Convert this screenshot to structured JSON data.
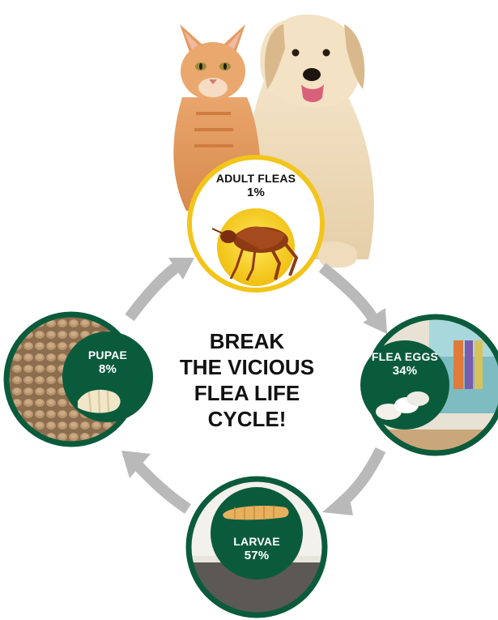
{
  "headline": {
    "line1": "BREAK",
    "line2": "THE VICIOUS",
    "line3": "FLEA LIFE",
    "line4": "CYCLE!"
  },
  "stages": {
    "adult": {
      "name": "ADULT FLEAS",
      "percent": "1%",
      "icon": "flea-icon"
    },
    "eggs": {
      "name": "FLEA EGGS",
      "percent": "34%",
      "icon": "eggs-icon"
    },
    "larvae": {
      "name": "LARVAE",
      "percent": "57%",
      "icon": "larva-icon"
    },
    "pupae": {
      "name": "PUPAE",
      "percent": "8%",
      "icon": "pupa-icon"
    }
  },
  "colors": {
    "ring_green": "#0a5b3c",
    "adult_yellow": "#f6cf1b",
    "arrow_gray": "#b9b9b9",
    "headline_text": "#111111"
  },
  "pets": [
    "cat",
    "dog"
  ]
}
